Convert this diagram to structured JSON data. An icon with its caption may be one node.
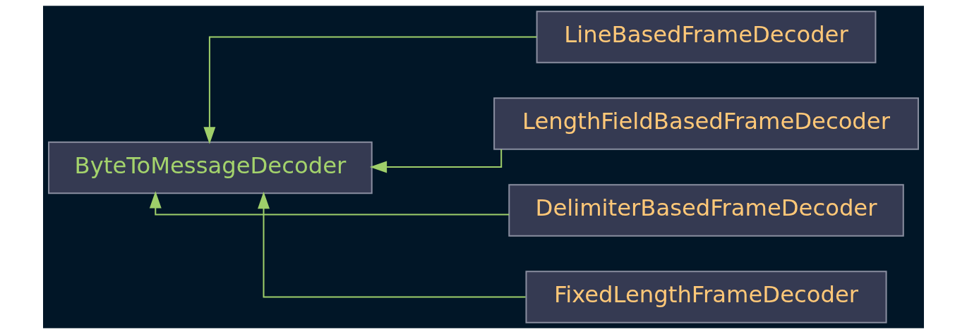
{
  "diagram": {
    "nodes": [
      {
        "text": [
          "ByteToMessageDecoder"
        ]
      },
      {
        "text": [
          "LineBasedFrameDecoder"
        ]
      },
      {
        "text": [
          "LengthFieldBasedFrameDecoder"
        ]
      },
      {
        "text": [
          "DelimiterBasedFrameDecoder"
        ]
      },
      {
        "text": [
          "FixedLengthFrameDecoder"
        ]
      }
    ],
    "edges": [
      {
        "from": 1,
        "to": 0,
        "arrow": "to"
      },
      {
        "from": 2,
        "to": 0,
        "arrow": "to"
      },
      {
        "from": 3,
        "to": 0,
        "arrow": "to"
      },
      {
        "from": 4,
        "to": 0,
        "arrow": "to"
      }
    ]
  }
}
